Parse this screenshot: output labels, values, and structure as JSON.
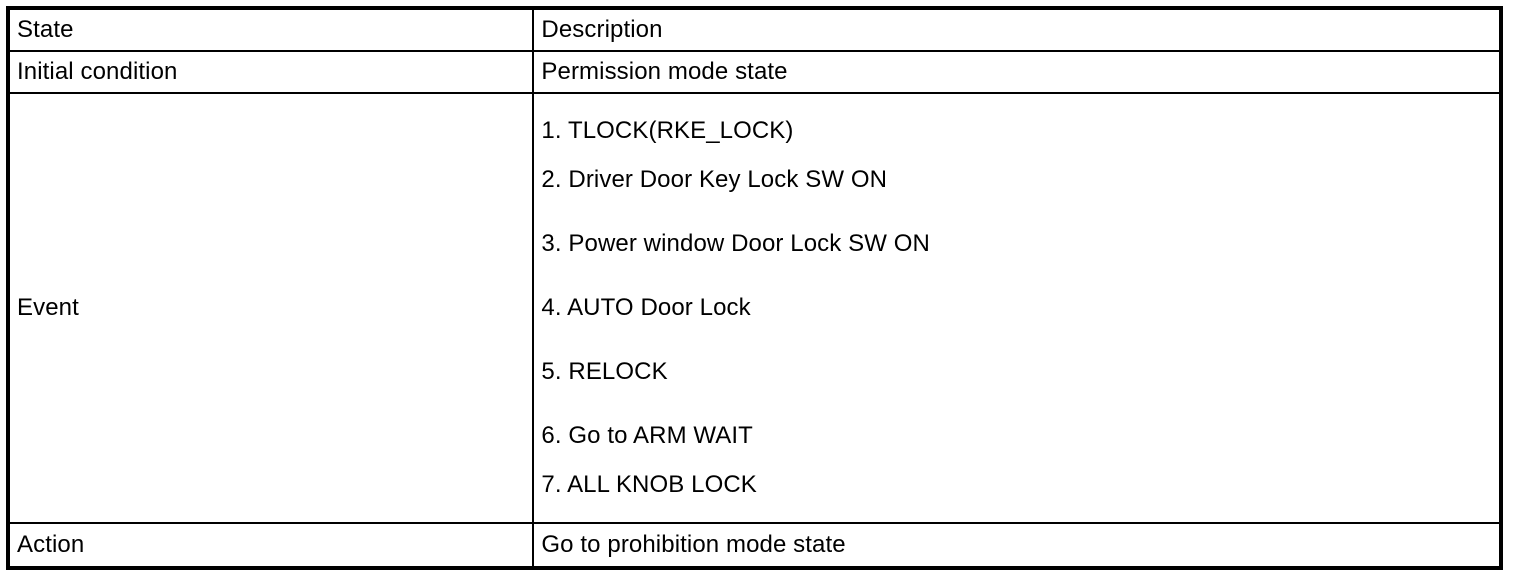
{
  "table": {
    "columns": [
      {
        "key": "state",
        "header": "State"
      },
      {
        "key": "description",
        "header": "Description"
      }
    ],
    "rows": [
      {
        "name": "initial-condition",
        "state": "Initial condition",
        "description": "Permission mode state"
      },
      {
        "name": "event",
        "state": "Event",
        "description_items": [
          "1. TLOCK(RKE_LOCK)",
          "2. Driver Door Key Lock SW ON",
          "3. Power window Door Lock SW ON",
          "4. AUTO Door Lock",
          "5. RELOCK",
          "6. Go to ARM WAIT",
          "7. ALL KNOB LOCK"
        ]
      },
      {
        "name": "action",
        "state": "Action",
        "description": "Go to prohibition mode state"
      }
    ]
  },
  "style": {
    "border_color": "#000000",
    "text_color": "#000000",
    "background": "#ffffff"
  }
}
